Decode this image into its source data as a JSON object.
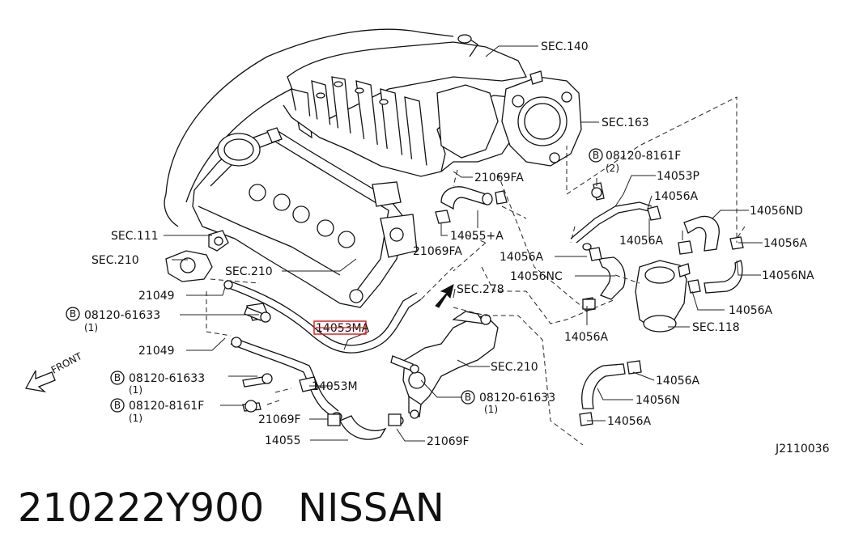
{
  "labels": {
    "sec140": "SEC.140",
    "sec163": "SEC.163",
    "b08120_8161f_top": "08120-8161F",
    "qty2": "(2)",
    "p14053p": "14053P",
    "p14056a_1": "14056A",
    "p14056nd": "14056ND",
    "p14056a_2": "14056A",
    "p14056a_3": "14056A",
    "p14056a_4": "14056A",
    "p14056nc": "14056NC",
    "p14056na": "14056NA",
    "p14056a_5": "14056A",
    "sec118": "SEC.118",
    "p14056a_6": "14056A",
    "p14056a_7": "14056A",
    "p14056n": "14056N",
    "p14056a_8": "14056A",
    "p21069fa_1": "21069FA",
    "p14055a": "14055+A",
    "p21069fa_2": "21069FA",
    "sec278": "SEC.278",
    "sec111": "SEC.111",
    "sec210_left": "SEC.210",
    "sec210_mid": "SEC.210",
    "sec210_right": "SEC.210",
    "p21049_1": "21049",
    "b08120_61633_1": "08120-61633",
    "qty1_a": "(1)",
    "p14053ma": "14053MA",
    "p21049_2": "21049",
    "b08120_61633_2": "08120-61633",
    "qty1_b": "(1)",
    "p14053m": "14053M",
    "b08120_8161f_2": "08120-8161F",
    "qty1_c": "(1)",
    "p21069f_1": "21069F",
    "p14055": "14055",
    "p21069f_2": "21069F",
    "b08120_61633_3": "08120-61633",
    "qty1_d": "(1)",
    "front": "FRONT",
    "bolt_mark": "B",
    "drawing_id": "J2110036"
  },
  "highlight_color": "#e02020",
  "footer": {
    "part_number": "210222Y900",
    "brand": "NISSAN"
  }
}
